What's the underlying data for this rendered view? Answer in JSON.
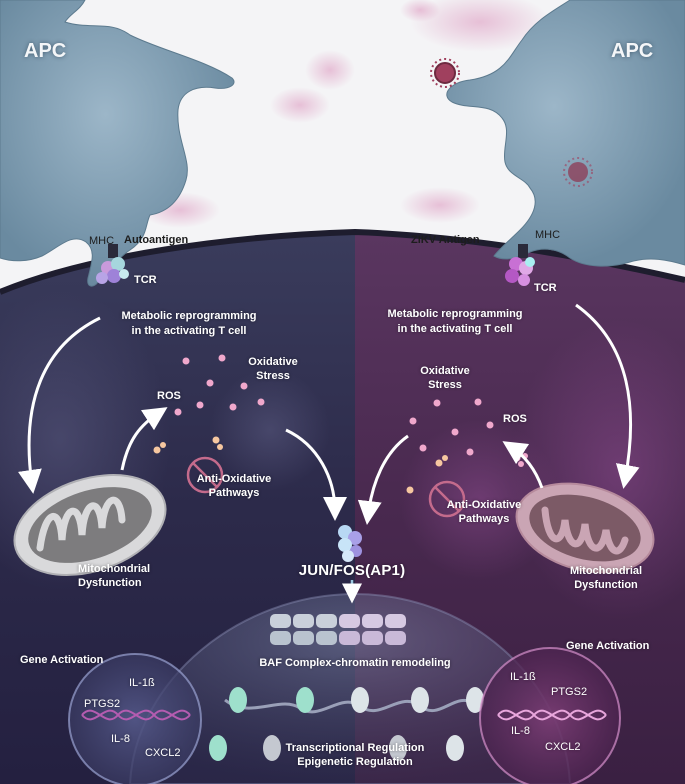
{
  "left": {
    "apc": "APC",
    "mhc": "MHC",
    "antigen": "Autoantigen",
    "tcr": "TCR",
    "metabolic_line1": "Metabolic reprogramming",
    "metabolic_line2": "in the activating T cell",
    "ros": "ROS",
    "oxidative_line1": "Oxidative",
    "oxidative_line2": "Stress",
    "anti_line1": "Anti-Oxidative",
    "anti_line2": "Pathways",
    "mito_line1": "Mitochondrial",
    "mito_line2": "Dysfunction",
    "gene_activation": "Gene Activation",
    "genes": [
      "IL-1ß",
      "PTGS2",
      "IL-8",
      "CXCL2"
    ]
  },
  "right": {
    "apc": "APC",
    "mhc": "MHC",
    "antigen": "ZIKV Antigen",
    "tcr": "TCR",
    "metabolic_line1": "Metabolic reprogramming",
    "metabolic_line2": "in the activating T cell",
    "ros": "ROS",
    "oxidative_line1": "Oxidative",
    "oxidative_line2": "Stress",
    "anti_line1": "Anti-Oxidative",
    "anti_line2": "Pathways",
    "mito_line1": "Mitochondrial",
    "mito_line2": "Dysfunction",
    "gene_activation": "Gene Activation",
    "genes": [
      "IL-1ß",
      "PTGS2",
      "IL-8",
      "CXCL2"
    ]
  },
  "center": {
    "ap1": "JUN/FOS(AP1)",
    "baf": "BAF Complex-chromatin remodeling",
    "transcriptional": "Transcriptional Regulation",
    "epigenetic": "Epigenetic Regulation"
  },
  "colors": {
    "left_cell": "#2e2a4c",
    "right_cell": "#4a2a52",
    "apc": "#7f9db2",
    "virus": "#a0405e",
    "ros_dot": "#f0a8cc",
    "nucleosome": "#b9c3cf",
    "mito_left": "#7d7c7e",
    "mito_right": "#7c5a66"
  }
}
